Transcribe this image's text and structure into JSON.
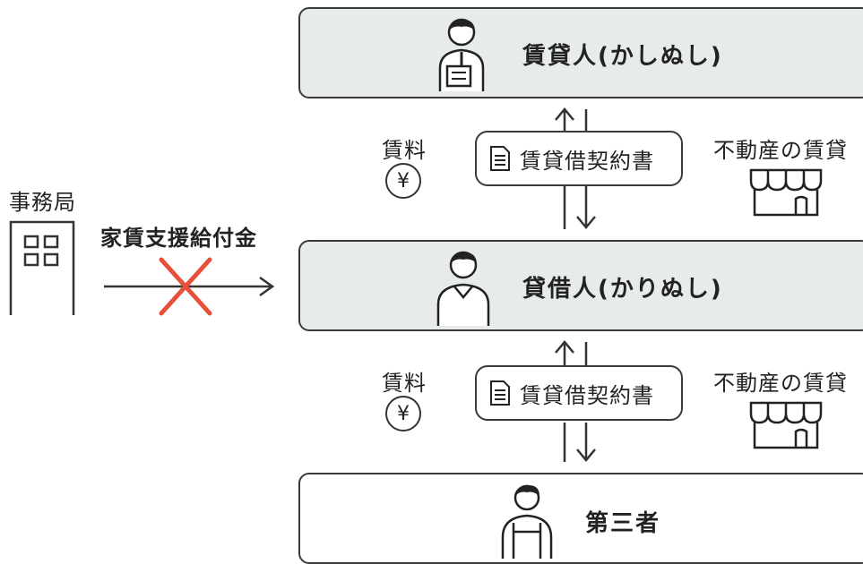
{
  "landlord": {
    "label": "賃貸人(かしぬし)"
  },
  "tenant": {
    "label": "貸借人(かりぬし)"
  },
  "third_party": {
    "label": "第三者"
  },
  "office": {
    "label": "事務局"
  },
  "subsidy": {
    "label": "家賃支援給付金"
  },
  "upper_link": {
    "rent_label": "賃料",
    "yen_symbol": "¥",
    "contract_label": "賃貸借契約書",
    "property_label": "不動産の賃貸"
  },
  "lower_link": {
    "rent_label": "賃料",
    "yen_symbol": "¥",
    "contract_label": "賃貸借契約書",
    "property_label": "不動産の賃貸"
  },
  "colors": {
    "box_fill": "#e8ebec",
    "cross": "#e8503a",
    "line": "#333333"
  }
}
